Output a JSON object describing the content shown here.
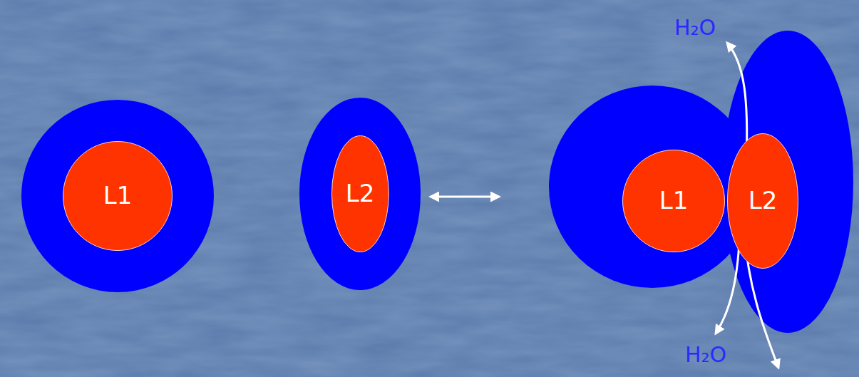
{
  "diagram": {
    "nodes": [
      {
        "text": [
          "L1"
        ]
      },
      {
        "text": [
          "L2"
        ]
      },
      {
        "text": [
          "L1"
        ]
      },
      {
        "text": [
          "L2"
        ]
      }
    ],
    "labels": [
      "H₂O",
      "H₂O"
    ]
  }
}
